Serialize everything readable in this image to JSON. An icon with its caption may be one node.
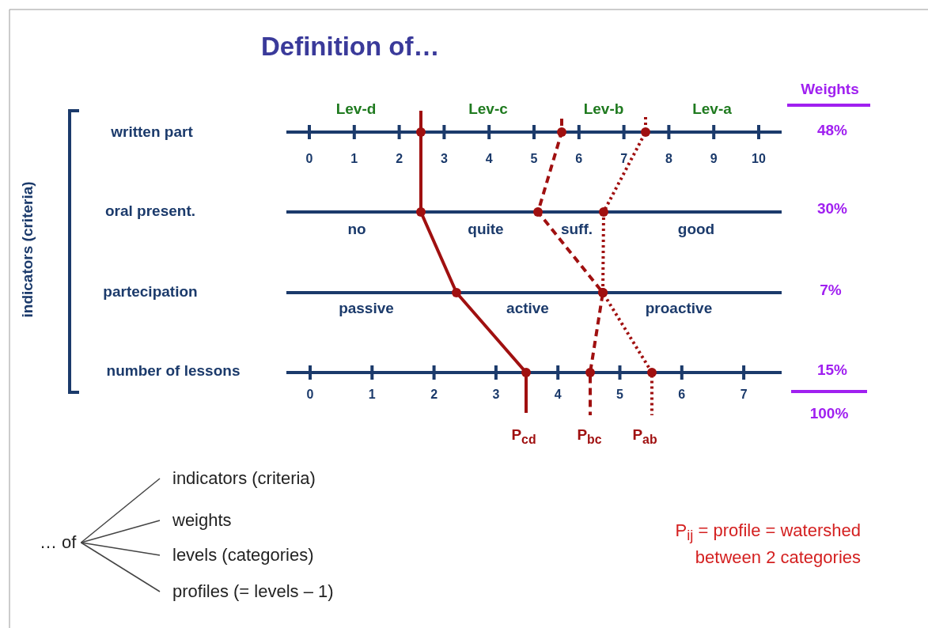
{
  "diagram": {
    "title": "Definition of…",
    "nodes": [
      {
        "text": [
          "… of"
        ]
      },
      {
        "text": [
          "indicators (criteria)"
        ]
      },
      {
        "text": [
          "weights"
        ]
      },
      {
        "text": [
          "levels (categories)"
        ]
      },
      {
        "text": [
          "profiles (= levels – 1)"
        ]
      }
    ],
    "edges": [
      {
        "from": 0,
        "to": 1,
        "arrow": "none"
      },
      {
        "from": 0,
        "to": 2,
        "arrow": "none"
      },
      {
        "from": 0,
        "to": 3,
        "arrow": "none"
      },
      {
        "from": 0,
        "to": 4,
        "arrow": "none"
      }
    ],
    "labels": [
      "Weights",
      "Lev-d",
      "Lev-c",
      "Lev-b",
      "Lev-a",
      "written part",
      "48%",
      "0",
      "1",
      "2",
      "3",
      "4",
      "5",
      "6",
      "7",
      "8",
      "9",
      "10",
      "indicators (criteria)",
      "oral present.",
      "30%",
      "no",
      "quite",
      "suff.",
      "good",
      "partecipation",
      "7%",
      "passive",
      "active",
      "proactive",
      "number of lessons",
      "15%",
      "0",
      "1",
      "2",
      "3",
      "4",
      "5",
      "6",
      "7",
      "100%",
      "P$_{cd}$",
      "P$_{bc}$",
      "P$_{ab}$",
      "P$_{ij}$ = profile = watershed between 2 categories"
    ]
  }
}
